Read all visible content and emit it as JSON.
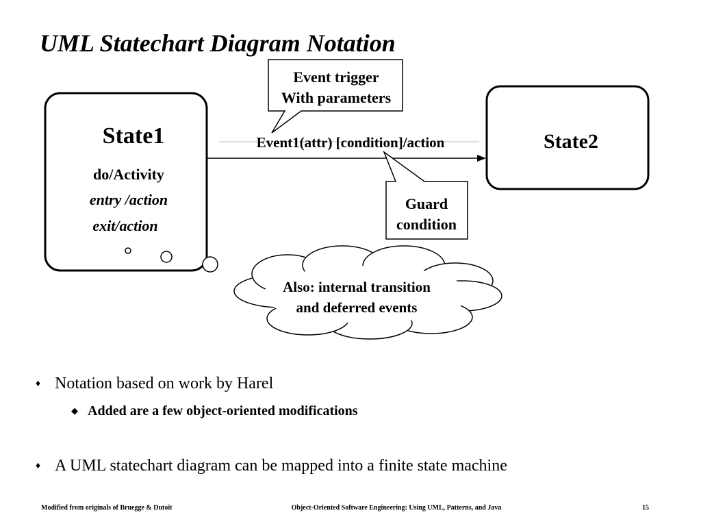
{
  "title": "UML Statechart Diagram Notation",
  "diagram": {
    "state1": {
      "name": "State1",
      "activity": "do/Activity",
      "entry": "entry /action",
      "exit": "exit/action"
    },
    "state2": {
      "name": "State2"
    },
    "transition": {
      "label": "Event1(attr) [condition]/action"
    },
    "event_callout": {
      "line1": "Event trigger",
      "line2": "With parameters"
    },
    "guard_callout": {
      "line1": "Guard",
      "line2": "condition"
    },
    "cloud": {
      "line1": "Also: internal transition",
      "line2": "and deferred events"
    }
  },
  "bullets": [
    {
      "text": "Notation based on work by Harel",
      "sub": [
        {
          "text": "Added are a  few object-oriented modifications"
        }
      ]
    },
    {
      "text": "A UML statechart diagram can be mapped into a finite state machine"
    }
  ],
  "bullet_symbols": {
    "main": "♦",
    "sub": "◆"
  },
  "footer": {
    "left": "Modified from originals of Bruegge & Dutoit",
    "center": "Object-Oriented Software Engineering: Using UML, Patterns, and Java",
    "page": "15"
  }
}
